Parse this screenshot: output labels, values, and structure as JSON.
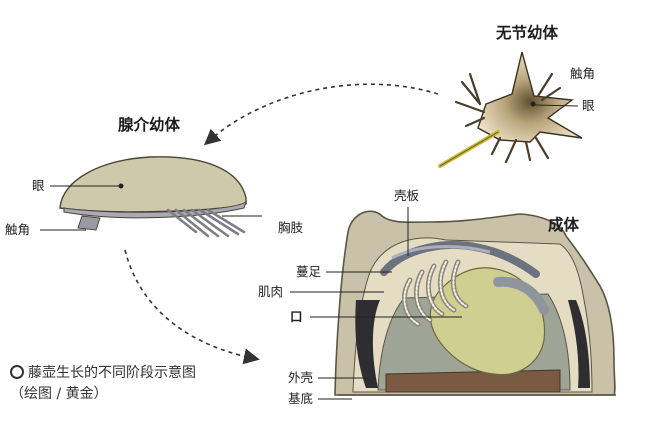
{
  "stages": {
    "nauplius": {
      "title": "无节幼体",
      "label_antenna": "触角",
      "label_eye": "眼"
    },
    "cyprid": {
      "title": "腺介幼体",
      "label_eye": "眼",
      "label_antenna": "触角",
      "label_legs": "胸肢"
    },
    "adult": {
      "title": "成体",
      "label_plates": "壳板",
      "label_cirri": "蔓足",
      "label_muscle": "肌肉",
      "label_mouth": "口",
      "label_shell": "外壳",
      "label_base": "基底"
    }
  },
  "caption": {
    "line1": "藤壶生长的不同阶段示意图",
    "line2": "（绘图 / 黄金）"
  }
}
